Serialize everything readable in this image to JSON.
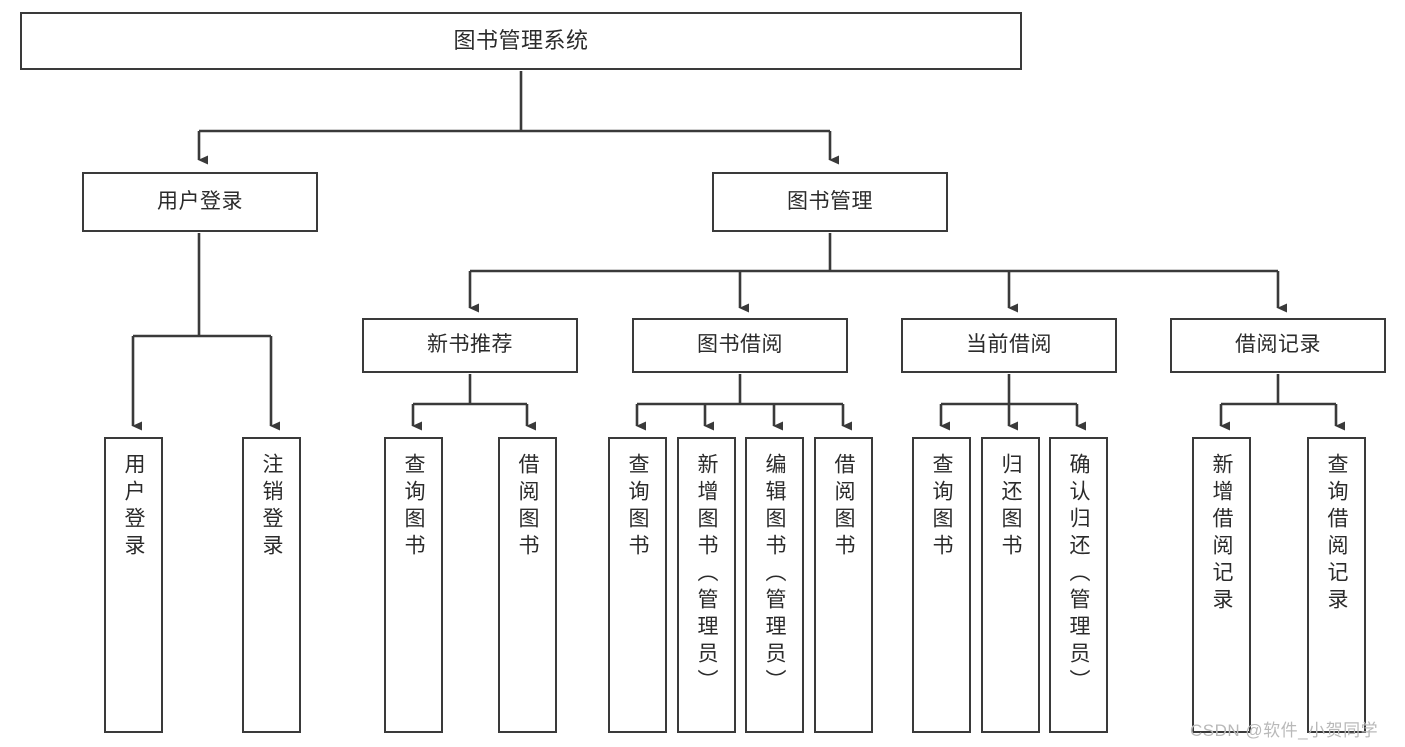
{
  "diagram": {
    "title": "图书管理系统",
    "type": "tree",
    "levels": [
      {
        "level": 0,
        "nodes": [
          {
            "id": "root",
            "label": "图书管理系统",
            "orientation": "horizontal"
          }
        ]
      },
      {
        "level": 1,
        "nodes": [
          {
            "id": "user-login",
            "label": "用户登录",
            "orientation": "horizontal",
            "parent": "root"
          },
          {
            "id": "book-mgmt",
            "label": "图书管理",
            "orientation": "horizontal",
            "parent": "root"
          }
        ]
      },
      {
        "level": 2,
        "nodes": [
          {
            "id": "new-book-rec",
            "label": "新书推荐",
            "orientation": "horizontal",
            "parent": "book-mgmt"
          },
          {
            "id": "book-borrow",
            "label": "图书借阅",
            "orientation": "horizontal",
            "parent": "book-mgmt"
          },
          {
            "id": "current-borrow",
            "label": "当前借阅",
            "orientation": "horizontal",
            "parent": "book-mgmt"
          },
          {
            "id": "borrow-record",
            "label": "借阅记录",
            "orientation": "horizontal",
            "parent": "book-mgmt"
          }
        ]
      },
      {
        "level": 3,
        "nodes": [
          {
            "id": "leaf-user-login",
            "label": "用户登录",
            "orientation": "vertical",
            "parent": "user-login"
          },
          {
            "id": "leaf-user-logout",
            "label": "注销登录",
            "orientation": "vertical",
            "parent": "user-login"
          },
          {
            "id": "leaf-query-book-1",
            "label": "查询图书",
            "orientation": "vertical",
            "parent": "new-book-rec"
          },
          {
            "id": "leaf-borrow-book-1",
            "label": "借阅图书",
            "orientation": "vertical",
            "parent": "new-book-rec"
          },
          {
            "id": "leaf-query-book-2",
            "label": "查询图书",
            "orientation": "vertical",
            "parent": "book-borrow"
          },
          {
            "id": "leaf-add-book",
            "label": "新增图书（管理员）",
            "orientation": "vertical",
            "parent": "book-borrow"
          },
          {
            "id": "leaf-edit-book",
            "label": "编辑图书（管理员）",
            "orientation": "vertical",
            "parent": "book-borrow"
          },
          {
            "id": "leaf-borrow-book-2",
            "label": "借阅图书",
            "orientation": "vertical",
            "parent": "book-borrow"
          },
          {
            "id": "leaf-query-book-3",
            "label": "查询图书",
            "orientation": "vertical",
            "parent": "current-borrow"
          },
          {
            "id": "leaf-return-book",
            "label": "归还图书",
            "orientation": "vertical",
            "parent": "current-borrow"
          },
          {
            "id": "leaf-confirm-return",
            "label": "确认归还（管理员）",
            "orientation": "vertical",
            "parent": "current-borrow"
          },
          {
            "id": "leaf-add-record",
            "label": "新增借阅记录",
            "orientation": "vertical",
            "parent": "borrow-record"
          },
          {
            "id": "leaf-query-record",
            "label": "查询借阅记录",
            "orientation": "vertical",
            "parent": "borrow-record"
          }
        ]
      }
    ],
    "colors": {
      "background": "#ffffff",
      "box_border": "#3a3a3a",
      "box_fill": "#ffffff",
      "text": "#2b2b2b",
      "connector": "#3a3a3a",
      "watermark": "#b9b9b9"
    }
  },
  "watermark": {
    "text": "CSDN @软件_小贺同学"
  }
}
